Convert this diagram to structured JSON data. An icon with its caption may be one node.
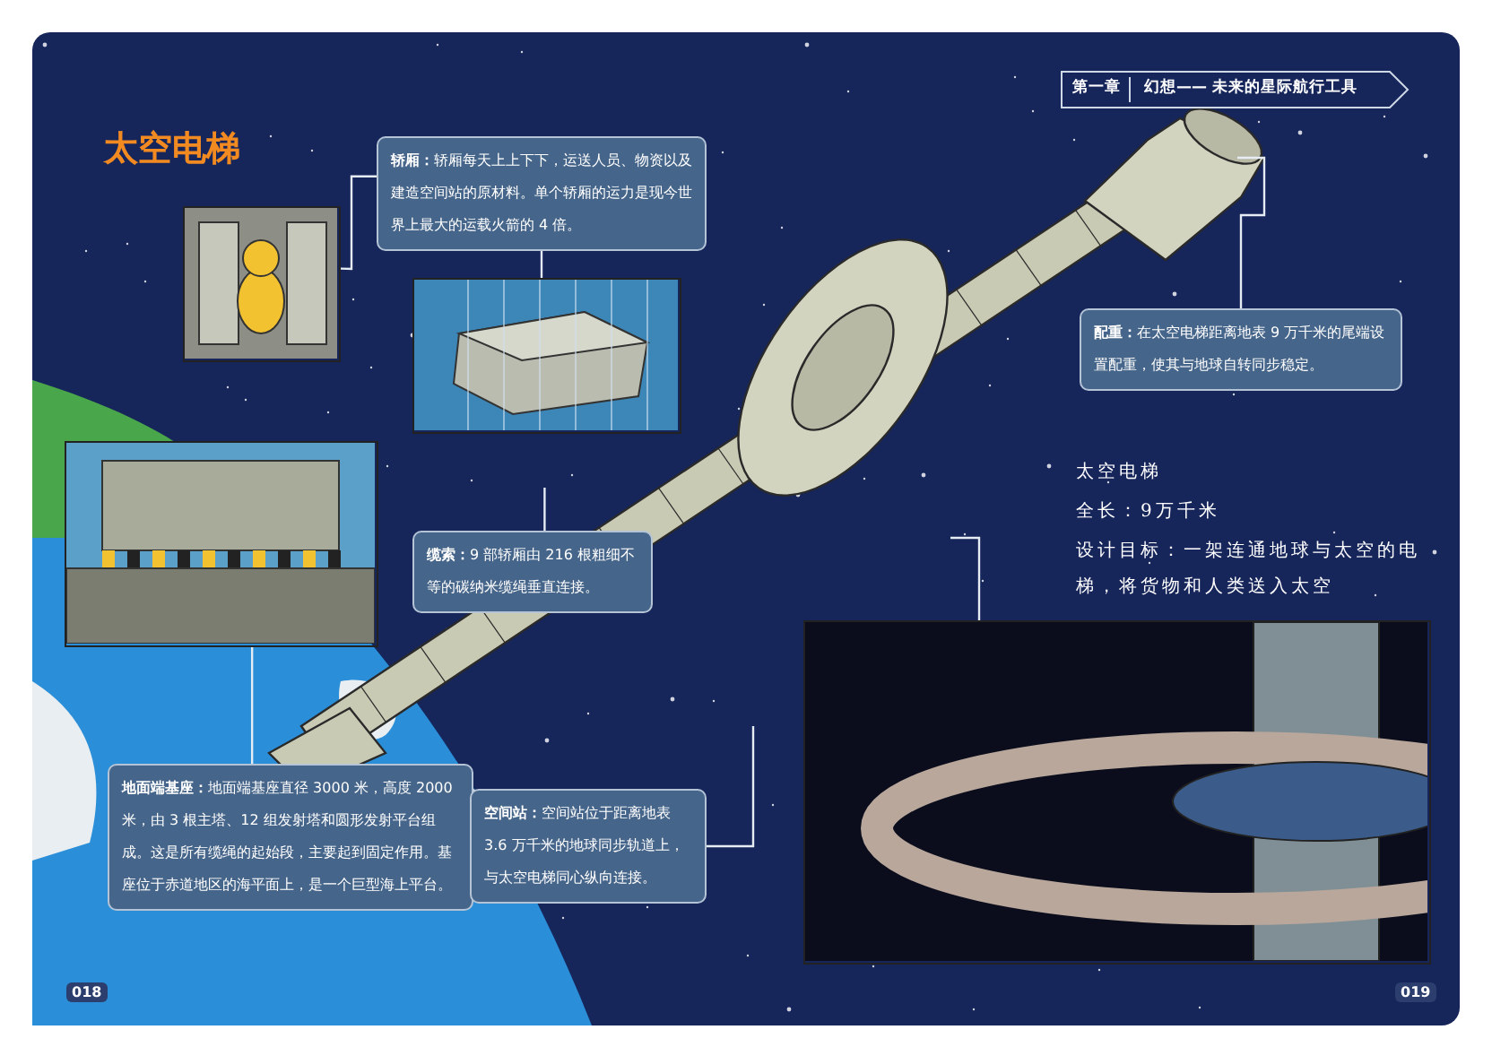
{
  "diagram": {
    "title": "太空电梯",
    "nodes": [
      {
        "text": [
          "**轿厢：**轿厢每天上上下下，运送人员、物资以及建造空间站的原材料。单个轿厢的运力是现今世界上最大的运载火箭的 4 倍。"
        ]
      },
      {
        "text": [],
        "shape": "picture"
      },
      {
        "text": [],
        "shape": "picture"
      },
      {
        "text": [
          "**配重：**在太空电梯距离地表 9 万千米的尾端设置配重，使其与地球自转同步稳定。"
        ]
      },
      {
        "text": [
          "**缆索：**9 部轿厢由 216 根粗细不等的碳纳米缆绳垂直连接。"
        ]
      },
      {
        "text": [
          "**地面端基座：**地面端基座直径 3000 米，高度 2000 米，由 3 根主塔、12 组发射塔和圆形发射平台组成。这是所有缆绳的起始段，主要起到固定作用。基座位于赤道地区的海平面上，是一个巨型海上平台。"
        ]
      },
      {
        "text": [
          "**空间站：**空间站位于距离地表 3.6 万千米的地球同步轨道上，与太空电梯同心纵向连接。"
        ]
      },
      {
        "text": [],
        "shape": "picture"
      },
      {
        "text": [],
        "shape": "picture"
      }
    ],
    "edges": [
      {
        "from": 0,
        "to": 1,
        "arrow": "none"
      },
      {
        "from": 0,
        "to": 2,
        "arrow": "none"
      },
      {
        "from": 3,
        "to": null,
        "arrow": "none"
      },
      {
        "from": 4,
        "to": null,
        "arrow": "none"
      },
      {
        "from": 5,
        "to": 7,
        "arrow": "none"
      },
      {
        "from": 6,
        "to": null,
        "arrow": "none"
      },
      {
        "from": 8,
        "to": null,
        "arrow": "none"
      }
    ],
    "labels": [
      "第一章",
      "幻想—— 未来的星际航行工具",
      "太空电梯",
      "全长：9万千米",
      "设计目标：一架连通地球与太空的电梯，将货物和人类送入太空",
      "018",
      "019"
    ]
  }
}
